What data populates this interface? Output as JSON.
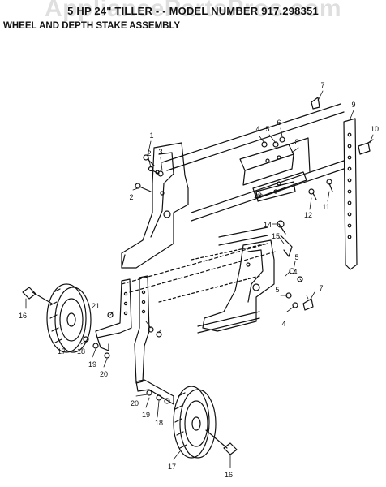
{
  "header": {
    "title": "5 HP  24\" TILLER - - MODEL NUMBER 917.298351",
    "subtitle": "WHEEL AND DEPTH STAKE ASSEMBLY",
    "watermark": "AppliancePartsPros.com"
  },
  "callouts": [
    "1",
    "2",
    "2",
    "3",
    "4",
    "4",
    "4",
    "5",
    "5",
    "5",
    "6",
    "7",
    "7",
    "8",
    "9",
    "10",
    "11",
    "12",
    "13",
    "14",
    "15",
    "16",
    "16",
    "17",
    "17",
    "18",
    "18",
    "19",
    "19",
    "20",
    "20",
    "21"
  ],
  "colors": {
    "ink": "#111111",
    "background": "#ffffff"
  }
}
